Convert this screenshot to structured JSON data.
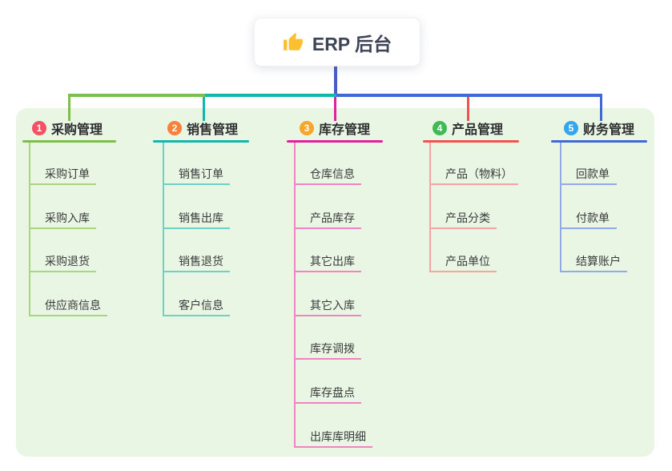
{
  "root": {
    "label": "ERP 后台",
    "icon": "thumbs-up-icon",
    "icon_color": "#fbc02d"
  },
  "canvas": {
    "background": "#ffffff",
    "panel_background": "#e8f6e3",
    "root_line_color": "#4a5cc8"
  },
  "branches": [
    {
      "number": "1",
      "label": "采购管理",
      "badge_color": "#f55064",
      "line_color": "#7dbf4d",
      "child_line_color": "#a9d57f",
      "children": [
        "采购订单",
        "采购入库",
        "采购退货",
        "供应商信息"
      ]
    },
    {
      "number": "2",
      "label": "销售管理",
      "badge_color": "#f8823c",
      "line_color": "#10b8ab",
      "child_line_color": "#6fd0c5",
      "children": [
        "销售订单",
        "销售出库",
        "销售退货",
        "客户信息"
      ]
    },
    {
      "number": "3",
      "label": "库存管理",
      "badge_color": "#f7a62a",
      "line_color": "#e0219c",
      "child_line_color": "#ef83c3",
      "children": [
        "仓库信息",
        "产品库存",
        "其它出库",
        "其它入库",
        "库存调拨",
        "库存盘点",
        "出库库明细"
      ]
    },
    {
      "number": "4",
      "label": "产品管理",
      "badge_color": "#3fba54",
      "line_color": "#f4504f",
      "child_line_color": "#f7a3a2",
      "children": [
        "产品（物料）",
        "产品分类",
        "产品单位"
      ]
    },
    {
      "number": "5",
      "label": "财务管理",
      "badge_color": "#36a6ea",
      "line_color": "#4068d6",
      "child_line_color": "#92abe8",
      "children": [
        "回款单",
        "付款单",
        "结算账户"
      ]
    }
  ]
}
